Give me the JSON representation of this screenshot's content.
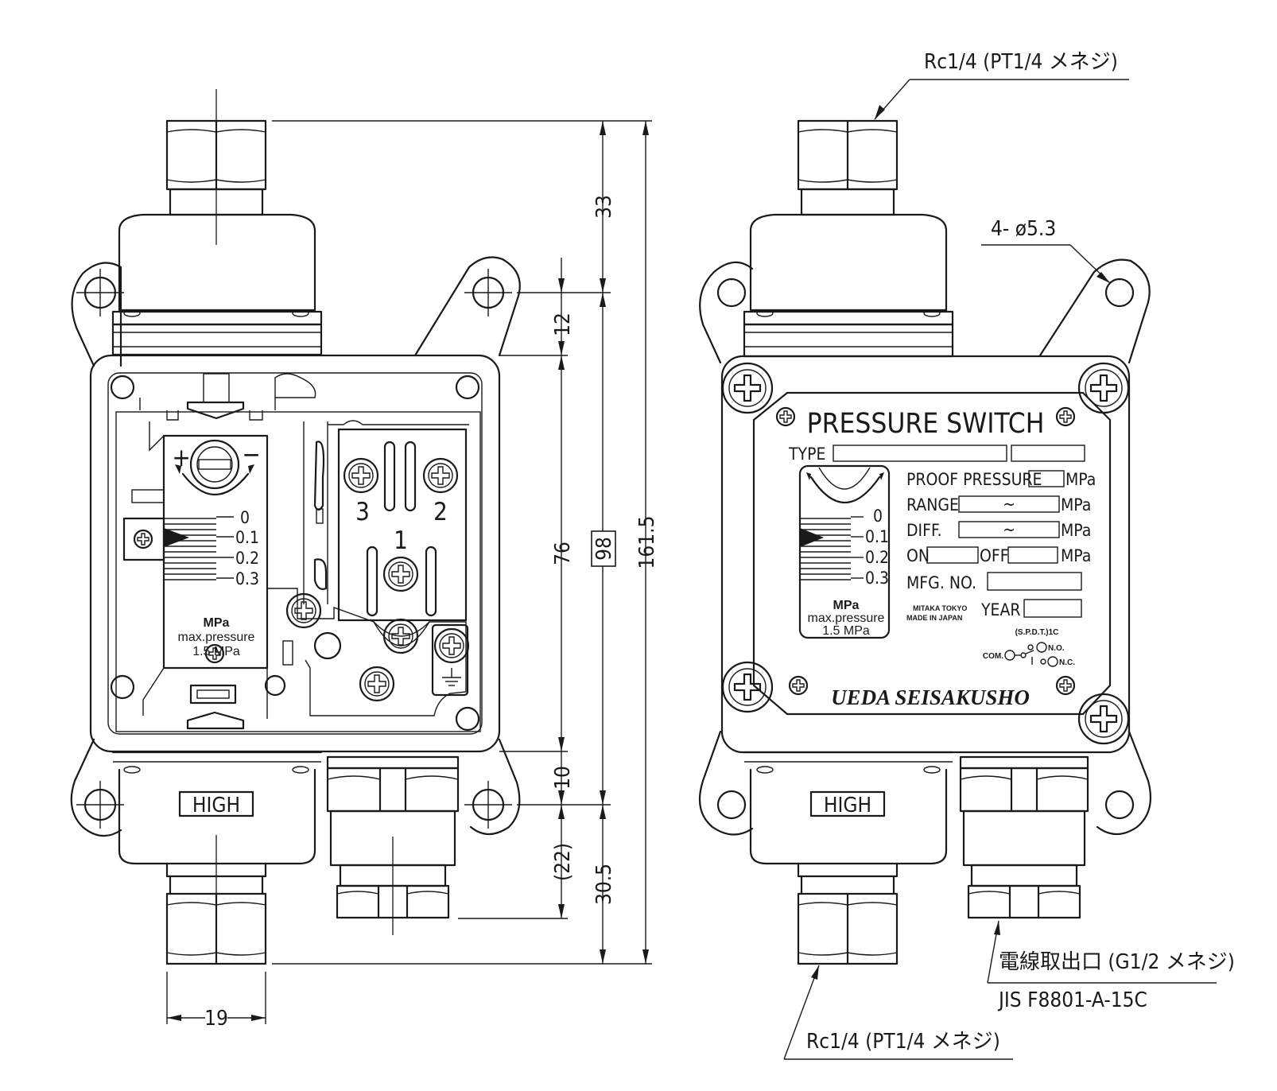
{
  "colors": {
    "line": "#1a1a1a",
    "background": "#ffffff"
  },
  "dimensions": {
    "d33": "33",
    "d12": "12",
    "d76": "76",
    "d98": "98",
    "d161": "161.5",
    "d10": "10",
    "d22": "(22)",
    "d30": "30.5",
    "d19": "19"
  },
  "left_view": {
    "terminals": {
      "t1": "1",
      "t2": "2",
      "t3": "3"
    },
    "dial": {
      "plus": "+",
      "minus": "−",
      "scale": [
        "0",
        "0.1",
        "0.2",
        "0.3"
      ],
      "unit": "MPa",
      "note1": "max.pressure",
      "note2": "1.5 MPa"
    },
    "high_label": "HIGH"
  },
  "right_view": {
    "nameplate": {
      "title": "PRESSURE SWITCH",
      "type_label": "TYPE",
      "proof_label": "PROOF PRESSURE",
      "range_label": "RANGE",
      "diff_label": "DIFF.",
      "on_label": "ON",
      "off_label": "OFF",
      "unit": "MPa",
      "tilde": "~",
      "mfg_label": "MFG. NO.",
      "year_label": "YEAR",
      "maker_city": "MITAKA TOKYO",
      "made_in": "MADE IN JAPAN",
      "spdt": "(S.P.D.T.)1C",
      "com": "COM.",
      "no": "N.O.",
      "nc": "N.C.",
      "brand": "UEDA SEISAKUSHO"
    },
    "dial": {
      "scale": [
        "0",
        "0.1",
        "0.2",
        "0.3"
      ],
      "unit": "MPa",
      "note1": "max.pressure",
      "note2": "1.5 MPa"
    },
    "high_label": "HIGH"
  },
  "callouts": {
    "top_port": "Rc1/4 (PT1/4 メネジ)",
    "holes": "4- ø5.3",
    "cable_outlet": "電線取出口 (G1/2 メネジ)",
    "cable_standard": "JIS F8801-A-15C",
    "bottom_port": "Rc1/4 (PT1/4 メネジ)"
  }
}
